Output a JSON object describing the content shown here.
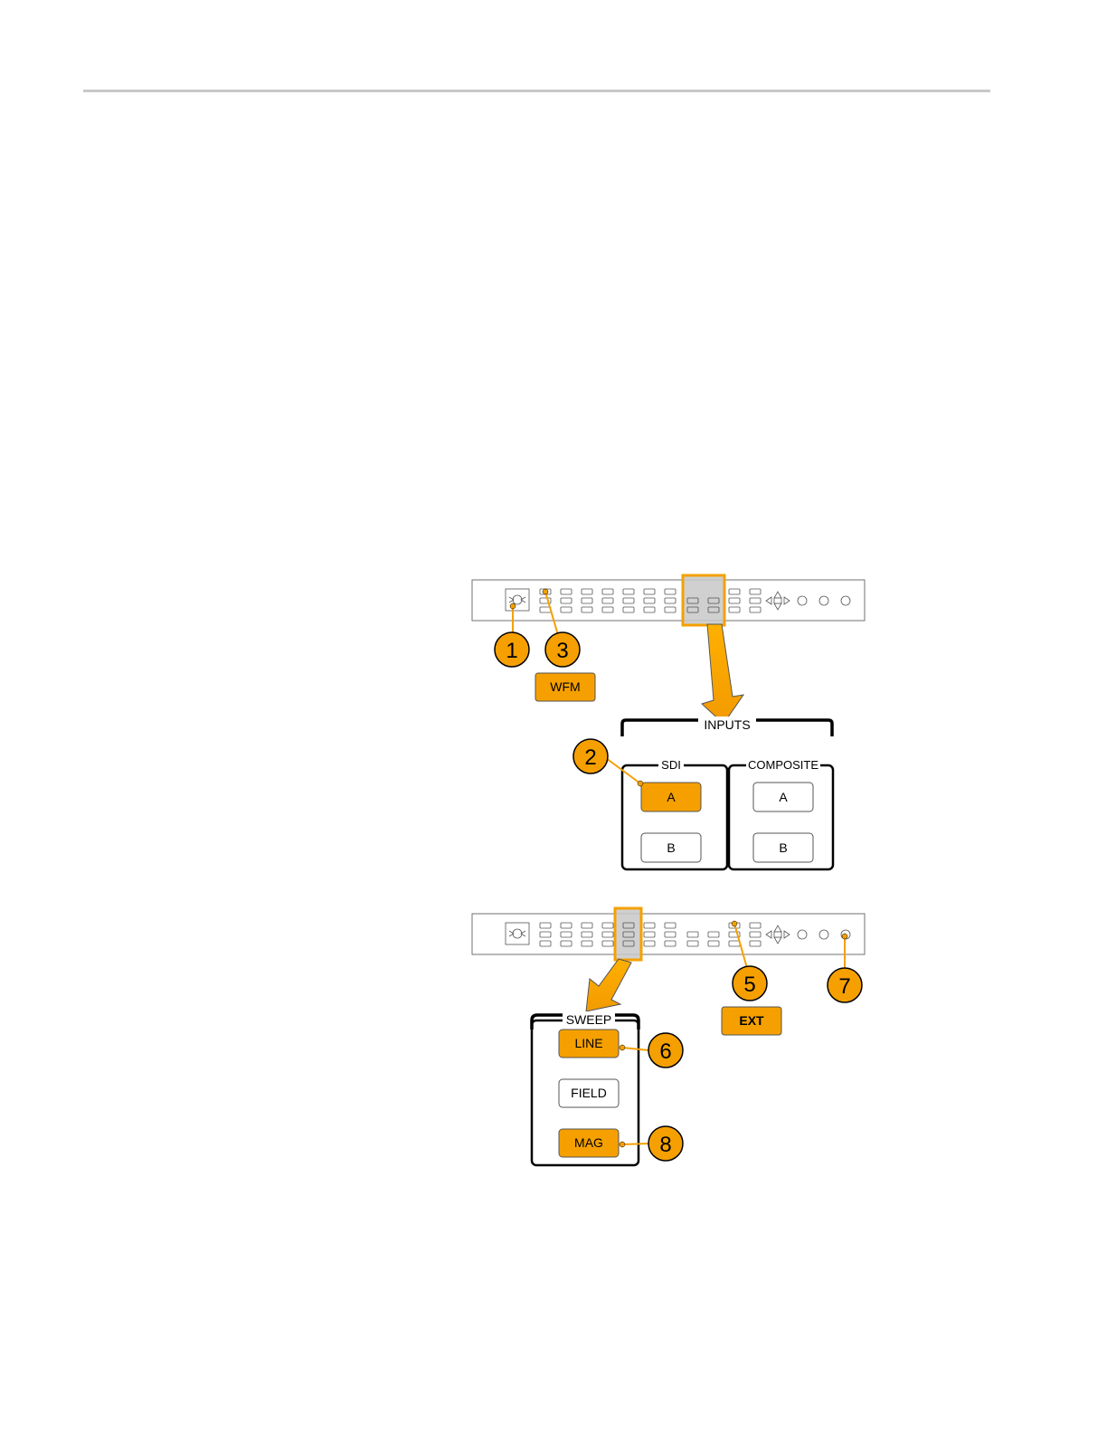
{
  "colors": {
    "accent": "#f5a000",
    "highlight": "#c8c8c8",
    "stroke": "#000000",
    "panel_stroke": "#707070"
  },
  "figure1": {
    "callouts": [
      "1",
      "3",
      "2"
    ],
    "wfm_button": "WFM",
    "inputs_group": {
      "title": "INPUTS",
      "sdi": {
        "label": "SDI",
        "buttons": [
          "A",
          "B"
        ],
        "selected": "A"
      },
      "composite": {
        "label": "COMPOSITE",
        "buttons": [
          "A",
          "B"
        ]
      }
    }
  },
  "figure2": {
    "callouts": [
      "5",
      "7",
      "6",
      "8"
    ],
    "ext_button": "EXT",
    "sweep_group": {
      "title": "SWEEP",
      "buttons": [
        "LINE",
        "FIELD",
        "MAG"
      ],
      "highlighted": [
        "LINE",
        "MAG"
      ]
    }
  }
}
